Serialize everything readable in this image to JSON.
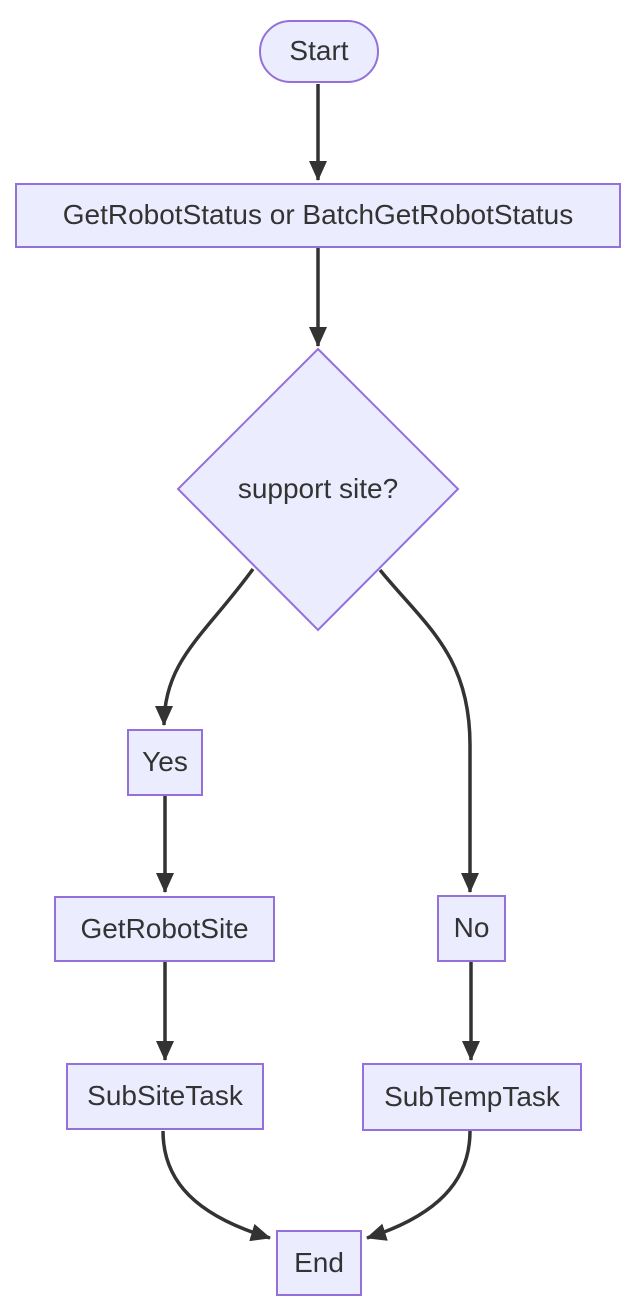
{
  "diagram": {
    "type": "flowchart",
    "direction": "top-down",
    "nodes": {
      "start": {
        "label": "Start",
        "shape": "stadium"
      },
      "getStatus": {
        "label": "GetRobotStatus or BatchGetRobotStatus",
        "shape": "rect"
      },
      "decision": {
        "label": "support site?",
        "shape": "diamond"
      },
      "yes": {
        "label": "Yes",
        "shape": "rect"
      },
      "getRobotSite": {
        "label": "GetRobotSite",
        "shape": "rect"
      },
      "subSiteTask": {
        "label": "SubSiteTask",
        "shape": "rect"
      },
      "no": {
        "label": "No",
        "shape": "rect"
      },
      "subTempTask": {
        "label": "SubTempTask",
        "shape": "rect"
      },
      "end": {
        "label": "End",
        "shape": "rect"
      }
    },
    "edges": [
      {
        "from": "start",
        "to": "getStatus"
      },
      {
        "from": "getStatus",
        "to": "decision"
      },
      {
        "from": "decision",
        "to": "yes"
      },
      {
        "from": "yes",
        "to": "getRobotSite"
      },
      {
        "from": "getRobotSite",
        "to": "subSiteTask"
      },
      {
        "from": "decision",
        "to": "no"
      },
      {
        "from": "no",
        "to": "subTempTask"
      },
      {
        "from": "subSiteTask",
        "to": "end"
      },
      {
        "from": "subTempTask",
        "to": "end"
      }
    ],
    "colors": {
      "node_fill": "#ECECFF",
      "node_border": "#9370DB",
      "edge": "#333333",
      "text": "#333333",
      "background": "#FFFFFF"
    }
  }
}
